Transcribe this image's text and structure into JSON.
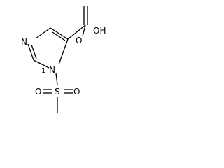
{
  "molecule": {
    "atoms": {
      "n_ring_top": "N",
      "n_ring_sub": "N",
      "n1_locant": "1",
      "hydroxyl": "OH",
      "carbonyl_o": "O",
      "sulfur": "S",
      "sulfonyl_o_left": "O",
      "sulfonyl_o_right": "O"
    }
  }
}
